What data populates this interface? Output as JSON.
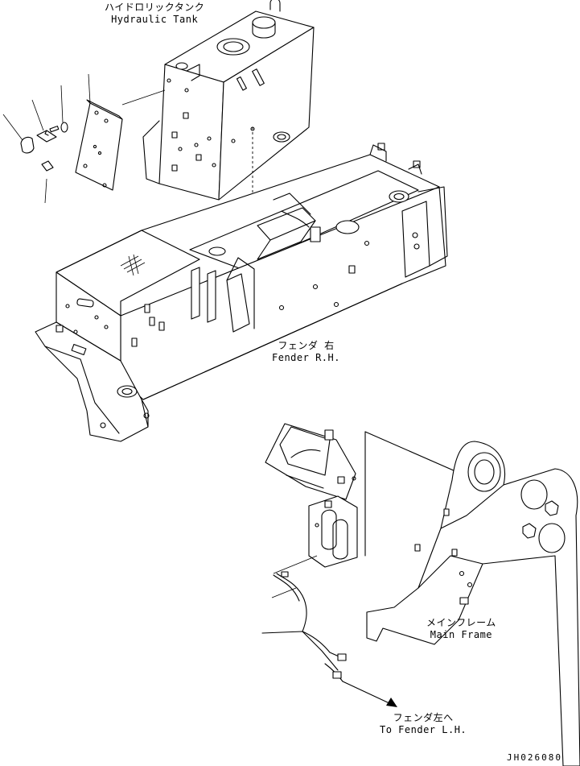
{
  "labels": {
    "hydraulic_tank": {
      "jp": "ハイドロリックタンク",
      "en": "Hydraulic Tank"
    },
    "fender_rh": {
      "jp": "フェンダ 右",
      "en": "Fender R.H."
    },
    "main_frame": {
      "jp": "メインフレーム",
      "en": "Main Frame"
    },
    "to_fender_lh": {
      "jp": "フェンダ左へ",
      "en": "To Fender L.H."
    }
  },
  "figure_id": "JH026080"
}
